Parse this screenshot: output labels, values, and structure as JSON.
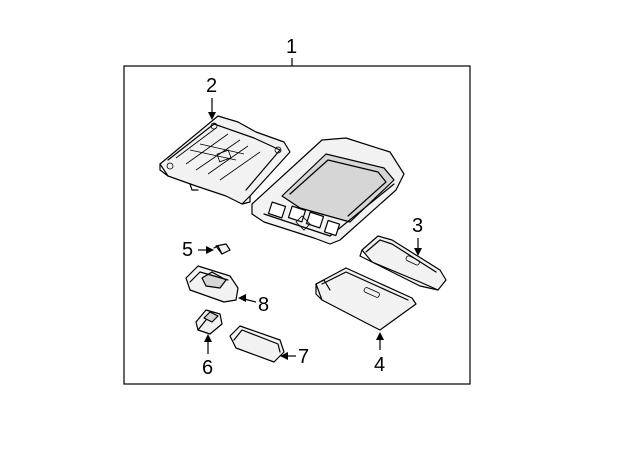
{
  "callouts": {
    "c1": "1",
    "c2": "2",
    "c3": "3",
    "c4": "4",
    "c5": "5",
    "c6": "6",
    "c7": "7",
    "c8": "8"
  },
  "colors": {
    "line": "#000000",
    "part_fill": "#f2f2f2",
    "part_shade": "#d6d6d6",
    "background": "#ffffff"
  }
}
